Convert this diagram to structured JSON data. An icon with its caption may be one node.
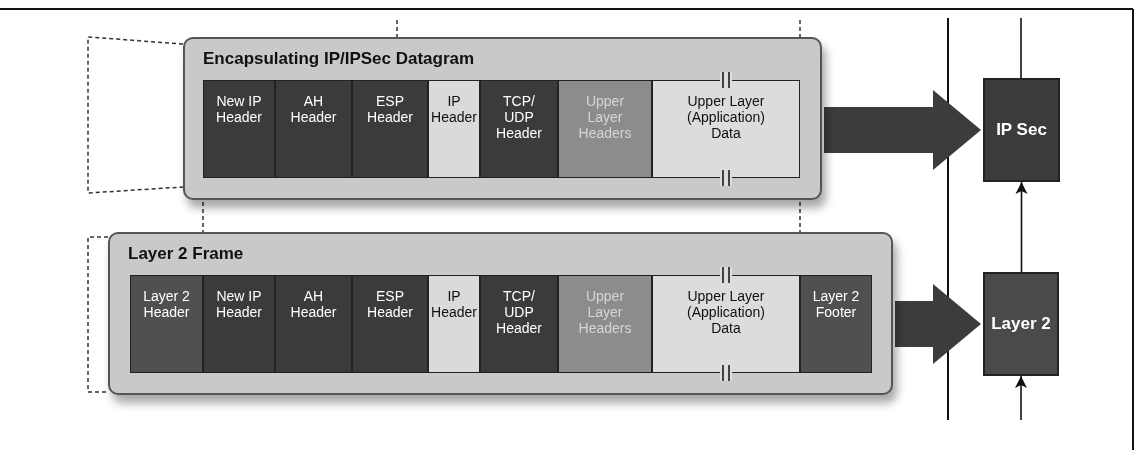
{
  "diagram": {
    "nodes": [
      {
        "text": [
          "Encapsulating IP/IPSec Datagram"
        ]
      },
      {
        "text": [
          "New IP Header"
        ],
        "in": 0
      },
      {
        "text": [
          "AH Header"
        ],
        "in": 0
      },
      {
        "text": [
          "ESP Header"
        ],
        "in": 0
      },
      {
        "text": [
          "IP Header"
        ],
        "in": 0
      },
      {
        "text": [
          "TCP/ UDP Header"
        ],
        "in": 0
      },
      {
        "text": [
          "Upper Layer Headers"
        ],
        "in": 0
      },
      {
        "text": [
          "Upper Layer (Application) Data"
        ],
        "in": 0
      },
      {
        "text": [
          "Layer 2 Frame"
        ]
      },
      {
        "text": [
          "Layer 2 Header"
        ],
        "in": 8
      },
      {
        "text": [
          "New IP Header"
        ],
        "in": 8
      },
      {
        "text": [
          "AH Header"
        ],
        "in": 8
      },
      {
        "text": [
          "ESP Header"
        ],
        "in": 8
      },
      {
        "text": [
          "IP Header"
        ],
        "in": 8
      },
      {
        "text": [
          "TCP/ UDP Header"
        ],
        "in": 8
      },
      {
        "text": [
          "Upper Layer Headers"
        ],
        "in": 8
      },
      {
        "text": [
          "Upper Layer (Application) Data"
        ],
        "in": 8
      },
      {
        "text": [
          "Layer 2 Footer"
        ],
        "in": 8
      },
      {
        "text": [
          "IP Sec"
        ]
      },
      {
        "text": [
          "Layer 2"
        ]
      }
    ],
    "edges": [
      {
        "from": 0,
        "to": 18,
        "arrow": "to",
        "style": "thick"
      },
      {
        "from": 8,
        "to": 19,
        "arrow": "to",
        "style": "thick"
      },
      {
        "from": 19,
        "to": 18,
        "arrow": "to"
      },
      {
        "from": null,
        "to": 19,
        "arrow": "to"
      },
      {
        "from": 18,
        "to": null,
        "arrow": "none"
      }
    ]
  }
}
